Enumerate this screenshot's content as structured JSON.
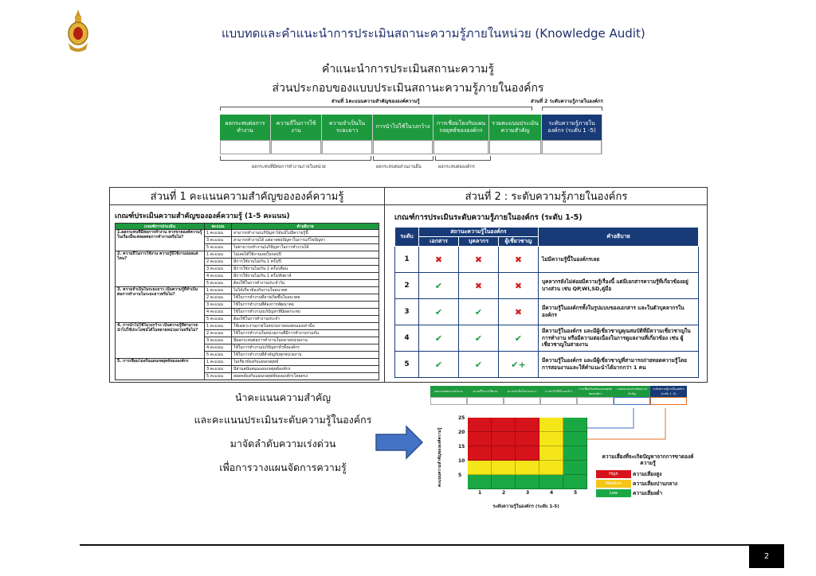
{
  "header": {
    "title": "แบบทดและคำแนะนำการประเมินสถานะความรู้ภายในหน่วย (Knowledge Audit)"
  },
  "section": {
    "title": "คำแนะนำการประเมินสถานะความรู้",
    "subtitle": "ส่วนประกอบของแบบประเมินสถานะความรู้ภายในองค์กร"
  },
  "diagram": {
    "part1_caption": "ส่วนที่ 1คะแนนความสำคัญขององค์ความรู้",
    "part2_caption": "ส่วนที่ 2 ระดับความรู้ภายในองค์กร",
    "columns": [
      "ผลกระทบต่อการทำงาน",
      "ความถี่ในการใช้งาน",
      "ความจำเป็นในระยะยาว",
      "การนำไปใช้ในวงกว้าง",
      "การเชื่อมโยงกับแผนกลยุทธ์ขององค์กร",
      "รวมคะแนนประเมินความสำคัญ",
      "ระดับความรู้ภายในองค์กร (ระดับ 1 -5)"
    ],
    "foot1": "ผลกระทบที่มีต่อการทำงานภายในหน่วย",
    "foot2": "ผลกระทบต่อส่วนงานอื่น",
    "foot3": "ผลกระทบต่อองค์กร"
  },
  "panel": {
    "left_header": "ส่วนที่ 1 คะแนนความสำคัญขององค์ความรู้",
    "right_header": "ส่วนที่ 2 : ระดับความรู้ภายในองค์กร",
    "left_title": "เกณฑ์ประเมินความสำคัญขององค์ความรู้ (1-5 คะแนน)",
    "left_cols": [
      "เกณฑ์การประเมิน",
      "คะแนน",
      "คำอธิบาย"
    ],
    "criteria": [
      {
        "name": "1.ผลกระทบที่มีต่อการทำงาน หากขาดองค์ความรู้ในเรื่องนี้จะส่งผลต่อการทำงานหรือไม่?",
        "rows": [
          [
            "1 คะแนน",
            "สามารถทำงาน/แก้ปัญหาได้แม้ไม่มีความรู้นี้"
          ],
          [
            "3 คะแนน",
            "สามารถทำงานได้ แต่อาจพบปัญหาในการแก้ไขปัญหา"
          ],
          [
            "5 คะแนน",
            "ไม่สามารถทำงาน/แก้ปัญหาในการทำงานได้"
          ]
        ]
      },
      {
        "name": "2. ความถี่ในการใช้งาน ความรู้นี้ใช้งานบ่อยแค่ไหน?",
        "rows": [
          [
            "1 คะแนน",
            "ไม่เคยได้ใช้งานเลยในรอบปี"
          ],
          [
            "2 คะแนน",
            "มีการใช้งานไม่เกิน 1 ครั้ง/ปี"
          ],
          [
            "3 คะแนน",
            "มีการใช้งานไม่เกิน 1 ครั้ง/เดือน"
          ],
          [
            "4 คะแนน",
            "มีการใช้งานไม่เกิน 1 ครั้ง/สัปดาห์"
          ],
          [
            "5 คะแนน",
            "ต้องใช้ในการทำงานประจำวัน"
          ]
        ]
      },
      {
        "name": "3. ความจำเป็นในระยะยาว เป็นความรู้ที่จำเป็นต่อการทำงานในระยะยาวหรือไม่?",
        "rows": [
          [
            "1 คะแนน",
            "ไม่ได้เกี่ยวข้องกับงานในอนาคต"
          ],
          [
            "2 คะแนน",
            "ใช้ในการทำงานที่อาจเกิดขึ้นในอนาคต"
          ],
          [
            "3 คะแนน",
            "ใช้ในการทำงานที่ต้องการพัฒนาต่อ"
          ],
          [
            "4 คะแนน",
            "ใช้ในการทำงาน/แก้ปัญหาที่มีผลกระทบ"
          ],
          [
            "5 คะแนน",
            "ต้องใช้ในการทำงานประจำ"
          ]
        ]
      },
      {
        "name": "4. การนำไปใช้ในวงกว้าง เป็นความรู้ที่สามารถนำไปใช้ประโยชน์ได้ในหลายหน่วยงานหรือไม่?",
        "rows": [
          [
            "1 คะแนน",
            "ใช้เฉพาะงานภายในหน่วยงานของตนเองเท่านั้น"
          ],
          [
            "2 คะแนน",
            "ใช้ในการทำงานในหน่วยงานที่มีการทำงานร่วมกัน"
          ],
          [
            "3 คะแนน",
            "มีผลกระทบต่อการทำงานในหลายหน่วยงาน"
          ],
          [
            "4 คะแนน",
            "ใช้ในการทำงาน/แก้ปัญหาทั่วทั้งองค์กร"
          ],
          [
            "5 คะแนน",
            "ใช้ในการทำงานที่สำคัญกับทุกหน่วยงาน"
          ]
        ]
      },
      {
        "name": "5. การเชื่อมโยงกับแผนกลยุทธ์ขององค์กร",
        "rows": [
          [
            "1 คะแนน",
            "ไม่เกี่ยวข้องกับแผนกลยุทธ์"
          ],
          [
            "3 คะแนน",
            "มีส่วนสนับสนุนแผนกลยุทธ์องค์กร"
          ],
          [
            "5 คะแนน",
            "สอดคล้องกับแผนกลยุทธ์ขององค์กรโดยตรง"
          ]
        ]
      }
    ],
    "right_title": "เกณฑ์การประเมินระดับความรู้ภายในองค์กร (ระดับ 1-5)",
    "right_cols": {
      "level": "ระดับ",
      "status": "สถานะความรู้ในองค์กร",
      "doc": "เอกสาร",
      "person": "บุคลากร",
      "expert": "ผู้เชี่ยวชาญ",
      "desc": "คำอธิบาย"
    },
    "levels": [
      {
        "level": "1",
        "doc": "✖",
        "person": "✖",
        "expert": "✖",
        "desc": "ไม่มีความรู้นี้ในองค์กรเลย"
      },
      {
        "level": "2",
        "doc": "✔",
        "person": "✖",
        "expert": "✖",
        "desc": "บุคลากรยังไม่ค่อยมีความรู้เรื่องนี้ แต่มีเอกสารความรู้ที่เกี่ยวข้องอยู่บางส่วน เช่น QP,WI,SD,คู่มือ"
      },
      {
        "level": "3",
        "doc": "✔",
        "person": "✔",
        "expert": "✖",
        "desc": "มีความรู้ในองค์กรทั้งในรูปแบบของเอกสาร และในตัวบุคลากรในองค์กร"
      },
      {
        "level": "4",
        "doc": "✔",
        "person": "✔",
        "expert": "✔",
        "desc": "มีความรู้ในองค์กร และมีผู้เชี่ยวชาญคุณสมบัติที่มีความเชี่ยวชาญในการทำงาน หรือมีความต่อเนื่องในการดูแลงานที่เกี่ยวข้อง เช่น ผู้เชี่ยวชาญในสายงาน"
      },
      {
        "level": "5",
        "doc": "✔",
        "person": "✔",
        "expert": "✔+",
        "desc": "มีความรู้ในองค์กร และมีผู้เชี่ยวชาญที่สามารถถ่ายทอดความรู้โดยการสอนงานและให้คำแนะนำได้มากกว่า 1 คน"
      }
    ]
  },
  "bottom_text": [
    "นำคะแนนความสำคัญ",
    "และคะแนนประเมินระดับความรู้ในองค์กร",
    "มาจัดลำดับความเร่งด่วน",
    "เพื่อการวางแผนจัดการความรู้"
  ],
  "matrix": {
    "y_label": "คะแนนความสำคัญขององค์ความรู้",
    "x_label": "ระดับความรู้ในองค์กร (ระดับ 1-5)",
    "y_ticks": [
      "25",
      "20",
      "15",
      "10",
      "5"
    ],
    "x_ticks": [
      "1",
      "2",
      "3",
      "4",
      "5"
    ],
    "colors": {
      "high": "#d6121a",
      "medium": "#f5e61a",
      "low": "#1aa845"
    }
  },
  "legend": {
    "title": "ความเสี่ยงที่จะเกิดปัญหาจากการขาดองค์ความรู้",
    "items": [
      {
        "tag": "High",
        "label": "ความเสี่ยงสูง",
        "color": "#d6121a"
      },
      {
        "tag": "Medium",
        "label": "ความเสี่ยงปานกลาง",
        "color": "#f5c518"
      },
      {
        "tag": "Low",
        "label": "ความเสี่ยงต่ำ",
        "color": "#1aa845"
      }
    ]
  },
  "page_number": "2"
}
